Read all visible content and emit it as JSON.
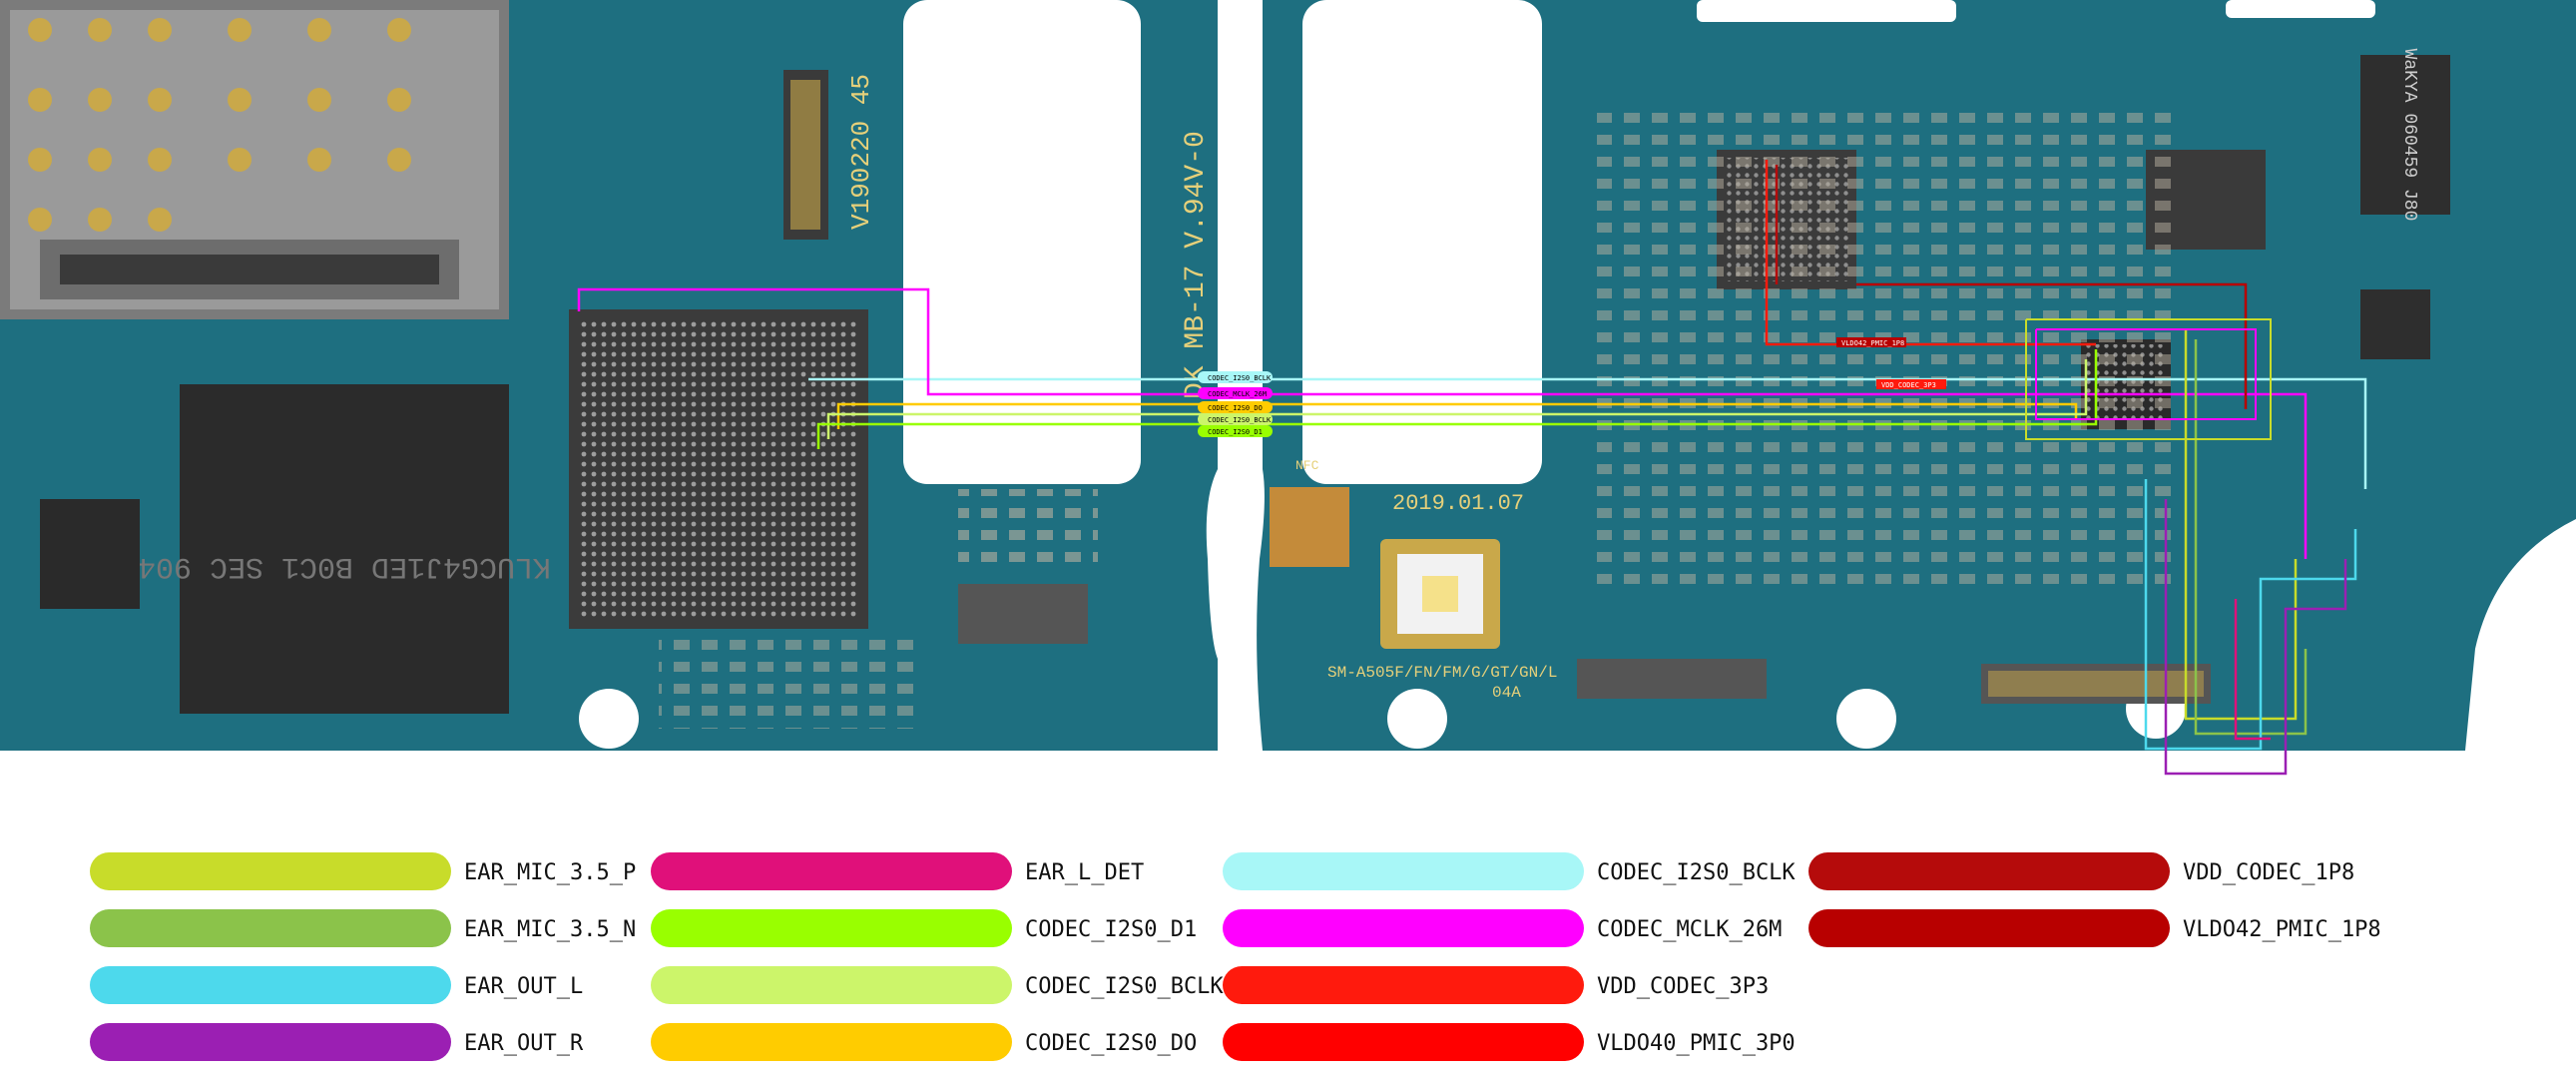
{
  "board": {
    "pcb_color": "#1e6f80",
    "pcb_dark": "#155a68",
    "silkscreen": {
      "label_version": "V190220 45",
      "label_mb": "DK MB-17 V.94V-0",
      "label_date": "2019.01.07",
      "label_model": "SM-A505F/FN/FM/G/GT/GN/L",
      "label_rev": "04A",
      "label_nfc": "NFC",
      "ic_memory": "KLUCG4J1ED B0C1 SEC 904",
      "ic_right": "WaKYA 060459 J80"
    },
    "trace_tags": [
      "CODEC_I2S0_BCLK",
      "CODEC_MCLK_26M",
      "CODEC_I2S0_DO",
      "CODEC_I2S0_BCLK",
      "CODEC_I2S0_D1",
      "VLDO42_PMIC_1P8",
      "VDD_CODEC_3P3"
    ]
  },
  "legend": {
    "columns": [
      [
        {
          "label": "EAR_MIC_3.5_P",
          "color": "#c8dc2a"
        },
        {
          "label": "EAR_MIC_3.5_N",
          "color": "#8bc34a"
        },
        {
          "label": "EAR_OUT_L",
          "color": "#4dd9ec"
        },
        {
          "label": "EAR_OUT_R",
          "color": "#9b1fb3"
        }
      ],
      [
        {
          "label": "EAR_L_DET",
          "color": "#e0107a"
        },
        {
          "label": "CODEC_I2S0_D1",
          "color": "#99ff00"
        },
        {
          "label": "CODEC_I2S0_BCLK",
          "color": "#ccf56a"
        },
        {
          "label": "CODEC_I2S0_DO",
          "color": "#ffcc00"
        }
      ],
      [
        {
          "label": "CODEC_I2S0_BCLK",
          "color": "#a8f7f7"
        },
        {
          "label": "CODEC_MCLK_26M",
          "color": "#ff00ff"
        },
        {
          "label": "VDD_CODEC_3P3",
          "color": "#ff1a0d"
        },
        {
          "label": "VLDO40_PMIC_3P0",
          "color": "#ff0000"
        }
      ],
      [
        {
          "label": "VDD_CODEC_1P8",
          "color": "#b50b0b"
        },
        {
          "label": "VLDO42_PMIC_1P8",
          "color": "#b80000"
        }
      ]
    ]
  }
}
